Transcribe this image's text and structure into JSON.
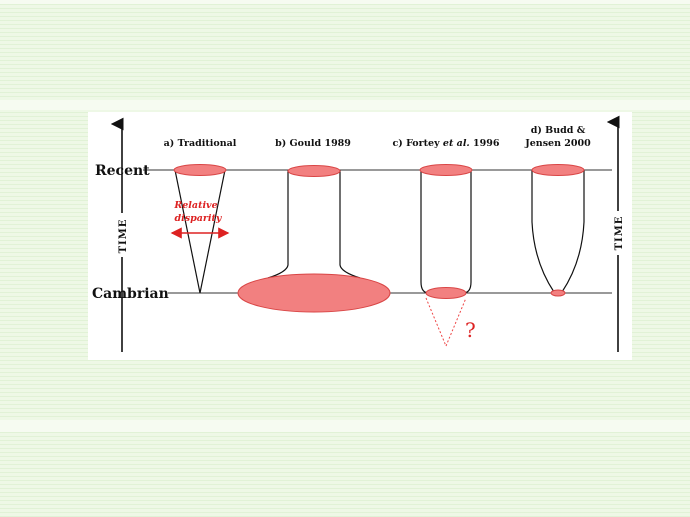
{
  "levels": {
    "recent": "Recent",
    "cambrian": "Cambrian"
  },
  "axis": {
    "left_label": "TIME",
    "right_label": "TIME"
  },
  "columns": [
    {
      "title_lines": [
        "a) Traditional"
      ]
    },
    {
      "title_lines": [
        "b) Gould 1989"
      ]
    },
    {
      "title_lines": [
        "c) Fortey ",
        "et al.",
        " 1996"
      ]
    },
    {
      "title_lines": [
        "d) Budd &",
        "Jensen 2000"
      ]
    }
  ],
  "annotations": {
    "relative_disparity_line1": "Relative",
    "relative_disparity_line2": "disparity",
    "question_mark": "?"
  },
  "colors": {
    "ellipse_fill": "#f28080",
    "ellipse_stroke": "#d94545",
    "accent_red": "#dd2222",
    "background": "#eef8e6"
  }
}
